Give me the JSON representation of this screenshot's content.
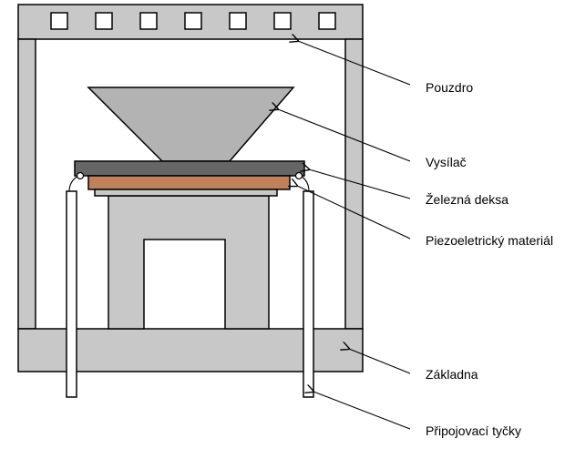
{
  "labels": {
    "housing": "Pouzdro",
    "transmitter": "Vysílač",
    "iron_plate": "Železná deksa",
    "piezo": "Piezoeletrický materiál",
    "base": "Základna",
    "rods": "Připojovací tyčky"
  },
  "colors": {
    "body": "#c8c8c8",
    "transmitter_plate": "#666666",
    "iron_plate": "#c0805a",
    "cone": "#b3b3b3",
    "stroke": "#000000"
  },
  "window_count": 7
}
